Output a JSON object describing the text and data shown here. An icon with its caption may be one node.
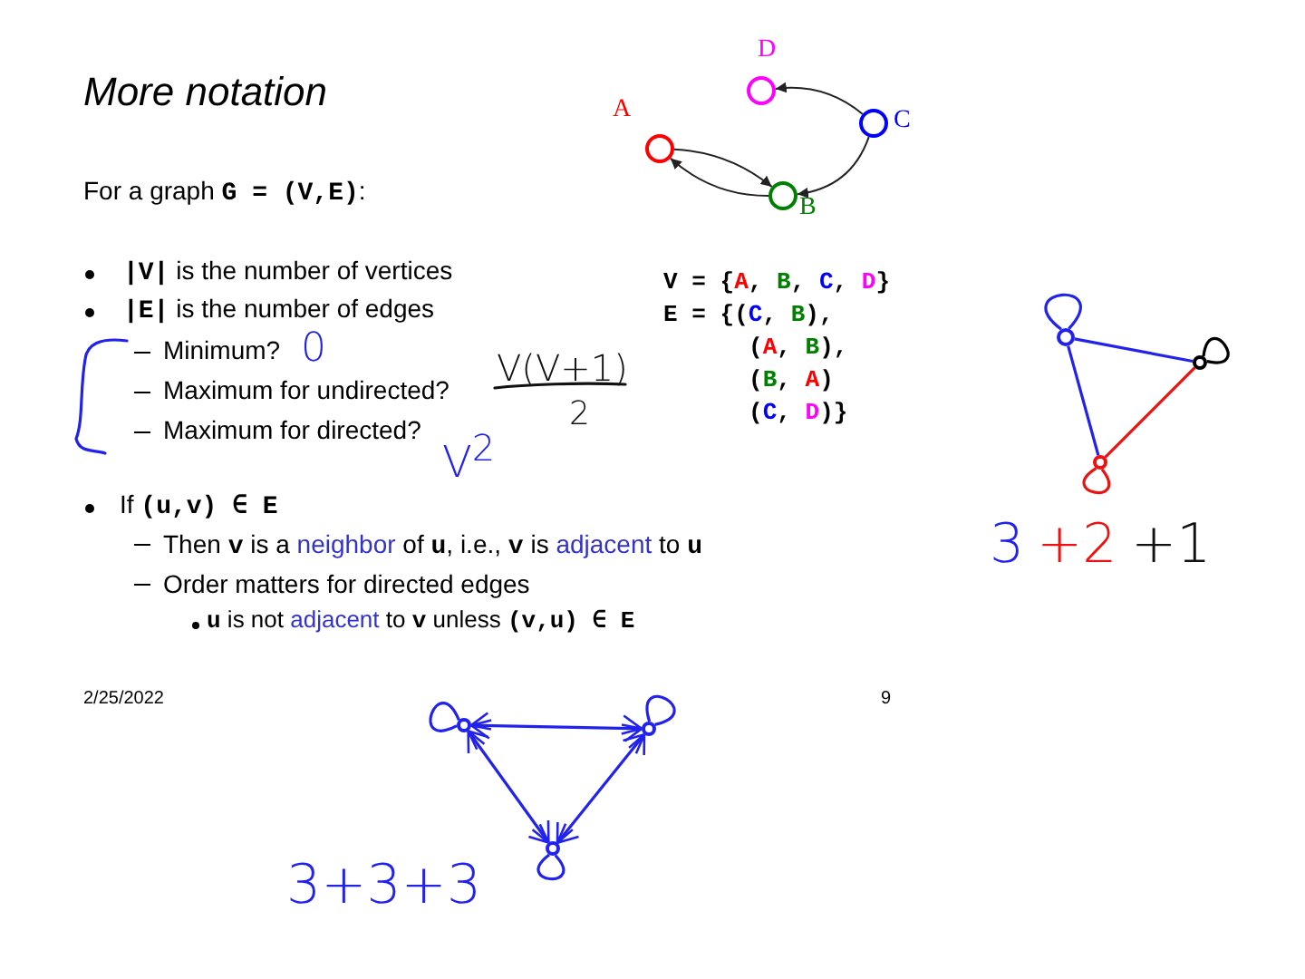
{
  "diagram": {
    "title": "More notation",
    "nodes": [
      {
        "text": [
          "D"
        ]
      },
      {
        "text": [
          "A"
        ]
      },
      {
        "text": [
          "C"
        ]
      },
      {
        "text": [
          "B"
        ]
      },
      {
        "text": [],
        "shape": "circle"
      },
      {
        "text": [],
        "shape": "circle"
      },
      {
        "text": [],
        "shape": "circle"
      },
      {
        "text": [],
        "shape": "circle"
      },
      {
        "text": [],
        "shape": "circle"
      },
      {
        "text": [],
        "shape": "circle"
      }
    ],
    "edges": [
      {
        "from": 2,
        "to": 0,
        "arrow": "to",
        "color": "#222222"
      },
      {
        "from": 1,
        "to": 3,
        "arrow": "to",
        "color": "#222222"
      },
      {
        "from": 3,
        "to": 1,
        "arrow": "to",
        "color": "#222222"
      },
      {
        "from": 2,
        "to": 3,
        "arrow": "to",
        "color": "#222222"
      },
      {
        "from": 4,
        "to": 4,
        "arrow": "none",
        "color": "#2222ee"
      },
      {
        "from": 4,
        "to": 5,
        "arrow": "none",
        "color": "#2222ee"
      },
      {
        "from": 4,
        "to": 6,
        "arrow": "none",
        "color": "#2222ee"
      },
      {
        "from": 5,
        "to": 5,
        "arrow": "none",
        "color": "#000000"
      },
      {
        "from": 5,
        "to": 6,
        "arrow": "none",
        "color": "#ee1111"
      },
      {
        "from": 6,
        "to": 6,
        "arrow": "none",
        "color": "#ee1111"
      },
      {
        "from": 7,
        "to": 7,
        "arrow": "none",
        "color": "#2222ee"
      },
      {
        "from": 7,
        "to": 8,
        "arrow": "both",
        "color": "#2222ee"
      },
      {
        "from": 7,
        "to": 9,
        "arrow": "both",
        "color": "#2222ee"
      },
      {
        "from": 8,
        "to": 8,
        "arrow": "none",
        "color": "#2222ee"
      },
      {
        "from": 8,
        "to": 9,
        "arrow": "both",
        "color": "#2222ee"
      },
      {
        "from": 9,
        "to": 9,
        "arrow": "none",
        "color": "#2222ee"
      }
    ],
    "labels": [
      "For a graph **G = (V,E)**:",
      "**|V|** is the number of vertices",
      "**|E|** is the number of edges",
      "Minimum?",
      "0",
      "Maximum for undirected?",
      "V(V+1)",
      "2",
      "Maximum for directed?",
      "V$^{2}$",
      "V = {A, B, C, D}",
      "E = {(C, B),",
      "(A, B),",
      "(B, A)",
      "(C, D)}",
      "If **(u,v)  ∈ E**",
      "Then **v** is a *neighbor* of **u**, i.e., **v** is *adjacent* to **u**",
      "Order matters for directed edges",
      "**u** is not *adjacent* to **v**  unless **(v,u)  ∈ E**",
      "3",
      "+2",
      "+1",
      "2/25/2022",
      "9",
      "3+3+3"
    ]
  }
}
